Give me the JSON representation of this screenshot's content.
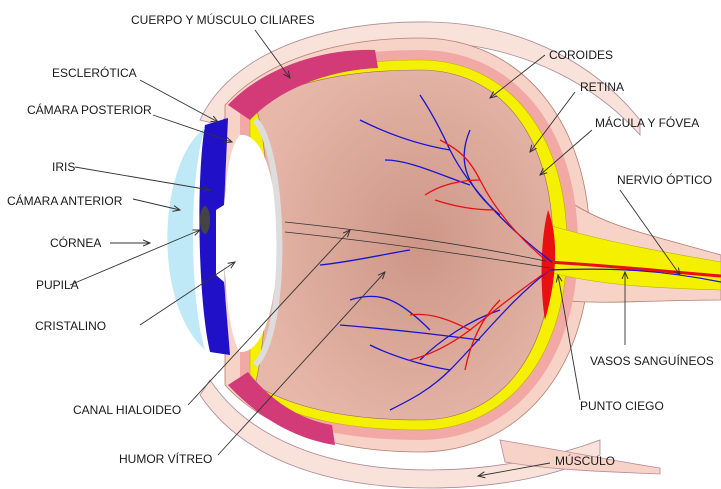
{
  "labels": {
    "cuerpo_musculo_ciliares": "CUERPO Y MÚSCULO CILIARES",
    "esclerotica": "ESCLERÓTICA",
    "camara_posterior": "CÁMARA POSTERIOR",
    "iris": "IRIS",
    "camara_anterior": "CÁMARA ANTERIOR",
    "cornea": "CÓRNEA",
    "pupila": "PUPILA",
    "cristalino": "CRISTALINO",
    "canal_hialoideo": "CANAL HIALOIDEO",
    "humor_vitreo": "HUMOR VÍTREO",
    "coroides": "COROIDES",
    "retina": "RETINA",
    "macula_fovea": "MÁCULA Y FÓVEA",
    "nervio_optico": "NERVIO ÓPTICO",
    "vasos_sanguineos": "VASOS SANGUÍNEOS",
    "punto_ciego": "PUNTO CIEGO",
    "musculo": "MÚSCULO"
  },
  "colors": {
    "sclera": "#f7d2c6",
    "choroid": "#f2a9a6",
    "retina": "#f5f000",
    "vitreous": "#cf9888",
    "ciliary": "#d23a78",
    "iris": "#2010c8",
    "cornea": "#bfe9f6",
    "artery": "#e81010",
    "vein": "#1a14d0",
    "leader": "#333333"
  }
}
